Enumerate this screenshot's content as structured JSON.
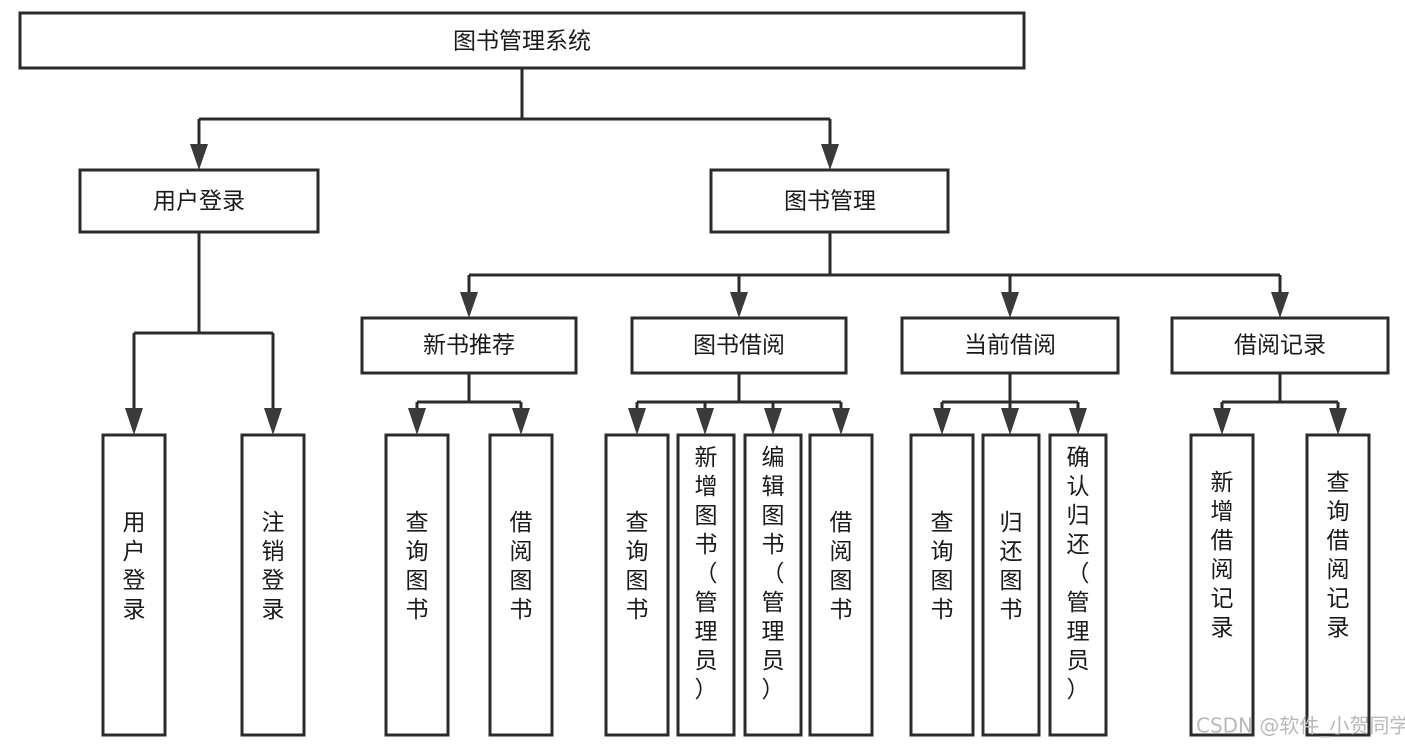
{
  "diagram": {
    "type": "tree-hierarchy",
    "title": "图书管理系统",
    "background_color": "#ffffff",
    "line_color": "#2b2b2b",
    "text_color": "#1a1a1a",
    "nodes": {
      "root": {
        "label": "图书管理系统",
        "orientation": "horizontal"
      },
      "level2": [
        {
          "label": "用户登录",
          "orientation": "horizontal"
        },
        {
          "label": "图书管理",
          "orientation": "horizontal"
        }
      ],
      "level3": [
        {
          "label": "新书推荐",
          "orientation": "horizontal"
        },
        {
          "label": "图书借阅",
          "orientation": "horizontal"
        },
        {
          "label": "当前借阅",
          "orientation": "horizontal"
        },
        {
          "label": "借阅记录",
          "orientation": "horizontal"
        }
      ],
      "leaves_user_login": [
        {
          "label": "用户登录",
          "orientation": "vertical"
        },
        {
          "label": "注销登录",
          "orientation": "vertical"
        }
      ],
      "leaves_new_book": [
        {
          "label": "查询图书",
          "orientation": "vertical"
        },
        {
          "label": "借阅图书",
          "orientation": "vertical"
        }
      ],
      "leaves_borrow": [
        {
          "label": "查询图书",
          "orientation": "vertical"
        },
        {
          "label": "新增图书（管理员）",
          "orientation": "vertical"
        },
        {
          "label": "编辑图书（管理员）",
          "orientation": "vertical"
        },
        {
          "label": "借阅图书",
          "orientation": "vertical"
        }
      ],
      "leaves_current": [
        {
          "label": "查询图书",
          "orientation": "vertical"
        },
        {
          "label": "归还图书",
          "orientation": "vertical"
        },
        {
          "label": "确认归还（管理员）",
          "orientation": "vertical"
        }
      ],
      "leaves_records": [
        {
          "label": "新增借阅记录",
          "orientation": "vertical"
        },
        {
          "label": "查询借阅记录",
          "orientation": "vertical"
        }
      ]
    }
  },
  "watermark": {
    "text": "CSDN @软件_小贺同学"
  }
}
